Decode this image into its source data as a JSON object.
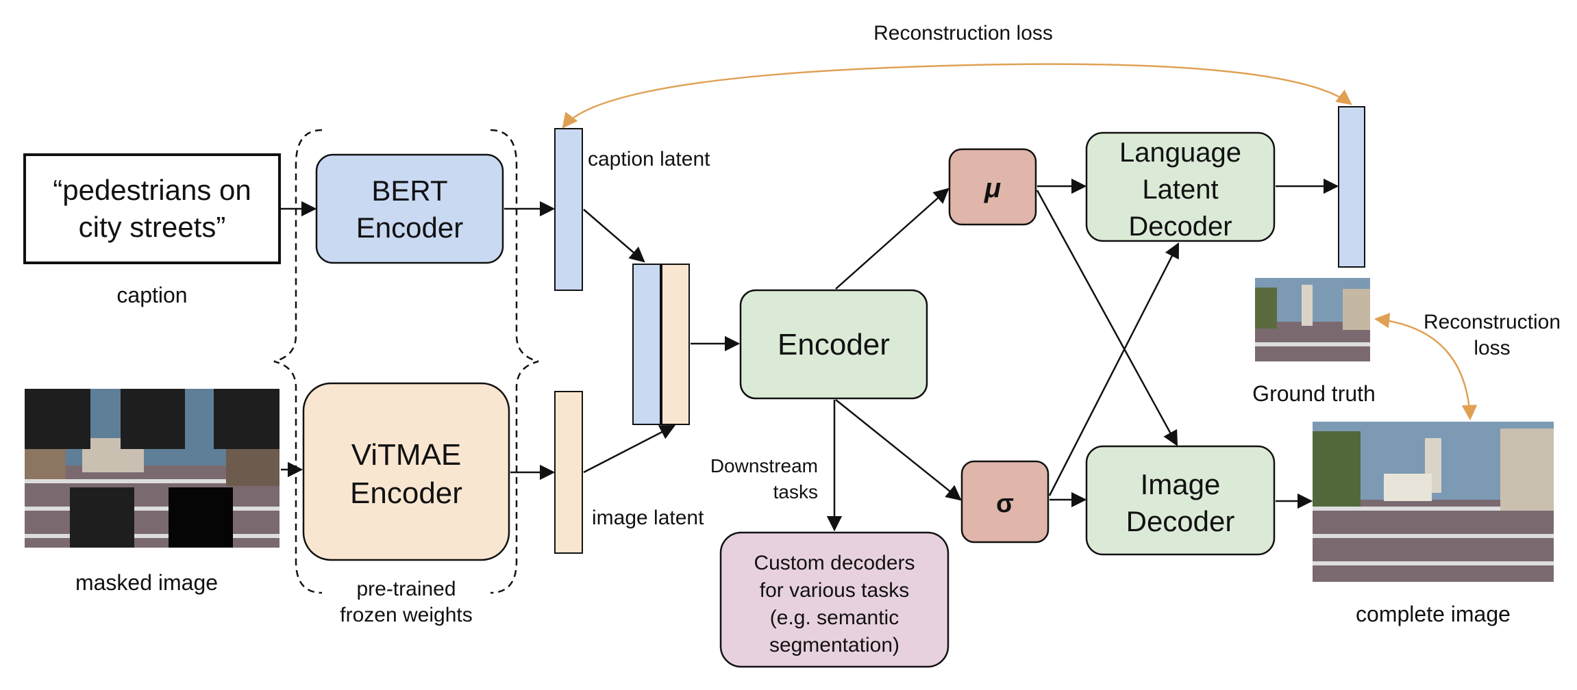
{
  "caption_box": {
    "line1": "“pedestrians on",
    "line2": "city streets”"
  },
  "labels": {
    "caption": "caption",
    "masked_image": "masked image",
    "frozen_line1": "pre-trained",
    "frozen_line2": "frozen weights",
    "caption_latent": "caption latent",
    "image_latent": "image latent",
    "reconstruction_loss_top": "Reconstruction loss",
    "reconstruction_loss_right_line1": "Reconstruction",
    "reconstruction_loss_right_line2": "loss",
    "ground_truth": "Ground truth",
    "complete_image": "complete image",
    "downstream_line1": "Downstream",
    "downstream_line2": "tasks"
  },
  "blocks": {
    "bert": {
      "line1": "BERT",
      "line2": "Encoder"
    },
    "vitmae": {
      "line1": "ViTMAE",
      "line2": "Encoder"
    },
    "encoder": {
      "line1": "Encoder"
    },
    "mu": {
      "symbol": "μ"
    },
    "sigma": {
      "symbol": "σ"
    },
    "language_decoder": {
      "line1": "Language",
      "line2": "Latent",
      "line3": "Decoder"
    },
    "image_decoder": {
      "line1": "Image",
      "line2": "Decoder"
    },
    "custom_decoders": {
      "line1": "Custom decoders",
      "line2": "for various tasks",
      "line3": "(e.g. semantic",
      "line4": "segmentation)"
    }
  },
  "colors": {
    "bert_fill": "#c9d9f2",
    "vitmae_fill": "#f9e6d1",
    "encoder_fill": "#dbead6",
    "mu_sigma_fill": "#e0b6aa",
    "custom_fill": "#e8d1df",
    "loss_arrow": "#e0a054",
    "caption_latent_fill": "#c9d9f2",
    "image_latent_fill": "#f9e6d1"
  }
}
